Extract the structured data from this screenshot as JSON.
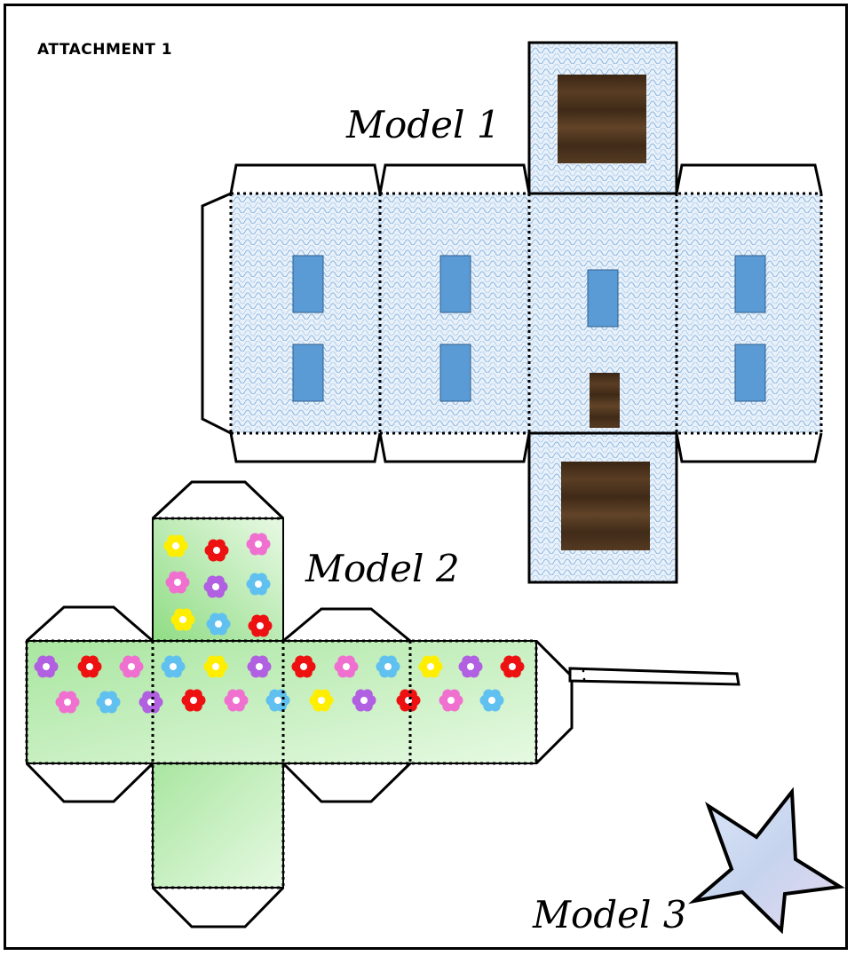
{
  "attachment": {
    "title": "ATTACHMENT 1"
  },
  "models": [
    {
      "label": "Model 1",
      "shape": "house-box-net",
      "wall_color": "#d7e7f5",
      "window_color": "#5b9bd5",
      "door_color": "#4a3220"
    },
    {
      "label": "Model 2",
      "shape": "cube-net-with-flowers",
      "face_color": "#c6efbf",
      "flower_colors": [
        "#ffee00",
        "#ee1111",
        "#f070d0",
        "#b060e0",
        "#60c0f0"
      ]
    },
    {
      "label": "Model 3",
      "shape": "star-wand",
      "star_color": "#c8d8ee"
    }
  ]
}
